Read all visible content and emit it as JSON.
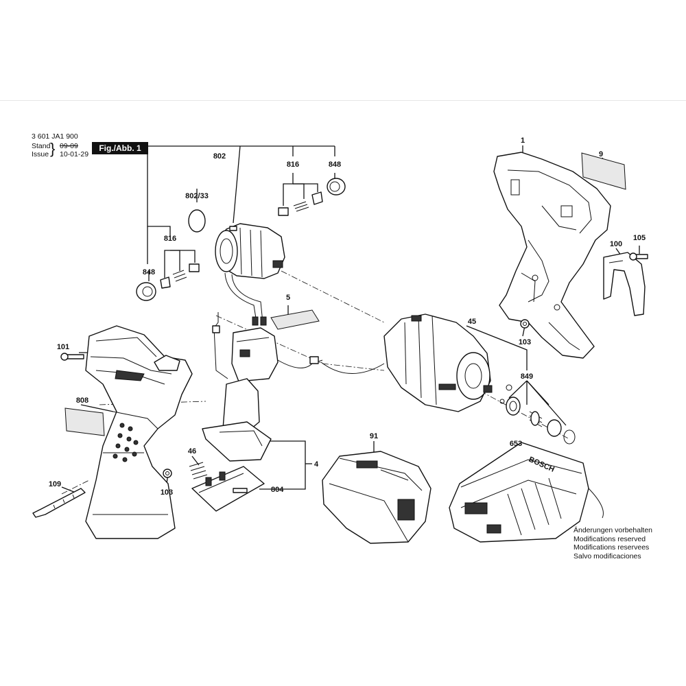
{
  "header": {
    "part_number": "3 601 JA1 900",
    "stand_label": "Stand",
    "stand_date": "09-09",
    "issue_label": "Issue",
    "issue_date": "10-01-29",
    "figure_label": "Fig./Abb. 1"
  },
  "callouts": {
    "c1": "1",
    "c9": "9",
    "c100": "100",
    "c105": "105",
    "c103a": "103",
    "c45": "45",
    "c849": "849",
    "c802": "802",
    "c816a": "816",
    "c848a": "848",
    "c802_33": "802/33",
    "c816b": "816",
    "c848b": "848",
    "c5": "5",
    "c101": "101",
    "c808": "808",
    "c109": "109",
    "c46": "46",
    "c103b": "103",
    "c804": "804",
    "c4": "4",
    "c91": "91",
    "c653": "653"
  },
  "brand_mark": "BOSCH",
  "modifications": [
    "Änderungen vorbehalten",
    "Modifications reserved",
    "Modifications reservees",
    "Salvo modificaciones"
  ]
}
